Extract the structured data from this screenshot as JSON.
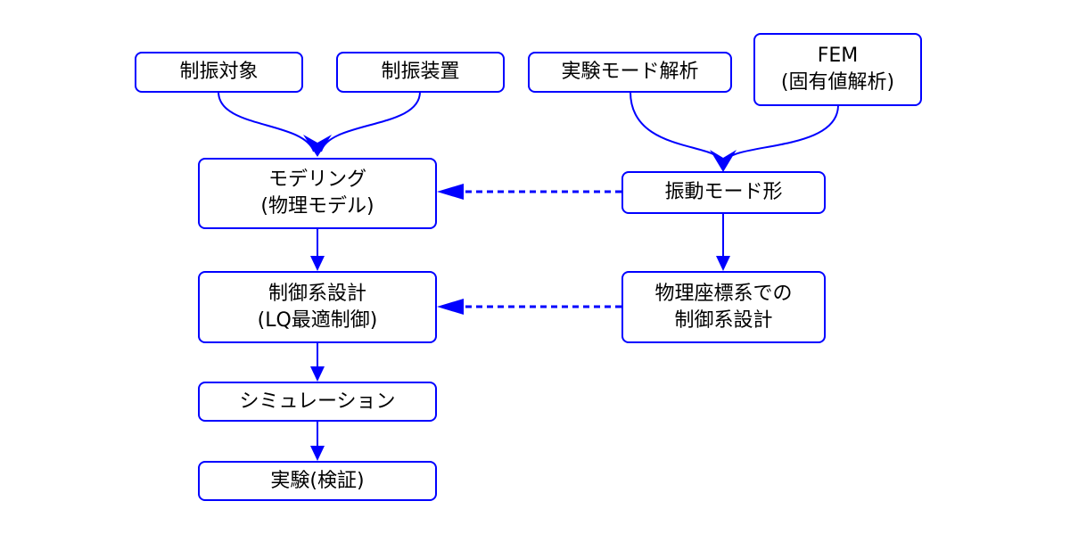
{
  "colors": {
    "accent": "#0000ff",
    "text": "#000000",
    "background": "#ffffff"
  },
  "nodes": {
    "vibration_target": {
      "line1": "制振対象"
    },
    "vibration_device": {
      "line1": "制振装置"
    },
    "modal_analysis": {
      "line1": "実験モード解析"
    },
    "fem": {
      "line1": "FEM",
      "line2": "(固有値解析)"
    },
    "modeling": {
      "line1": "モデリング",
      "line2": "(物理モデル)"
    },
    "mode_shape": {
      "line1": "振動モード形"
    },
    "control_design": {
      "line1": "制御系設計",
      "line2": "(LQ最適制御)"
    },
    "physical_control": {
      "line1": "物理座標系での",
      "line2": "制御系設計"
    },
    "simulation": {
      "line1": "シミュレーション"
    },
    "experiment": {
      "line1": "実験(検証)"
    }
  },
  "edges": [
    {
      "from": "制振対象",
      "to": "モデリング",
      "style": "solid"
    },
    {
      "from": "制振装置",
      "to": "モデリング",
      "style": "solid"
    },
    {
      "from": "実験モード解析",
      "to": "振動モード形",
      "style": "solid"
    },
    {
      "from": "FEM",
      "to": "振動モード形",
      "style": "solid"
    },
    {
      "from": "振動モード形",
      "to": "モデリング",
      "style": "dashed"
    },
    {
      "from": "振動モード形",
      "to": "物理座標系での制御系設計",
      "style": "solid"
    },
    {
      "from": "物理座標系での制御系設計",
      "to": "制御系設計",
      "style": "dashed"
    },
    {
      "from": "モデリング",
      "to": "制御系設計",
      "style": "solid"
    },
    {
      "from": "制御系設計",
      "to": "シミュレーション",
      "style": "solid"
    },
    {
      "from": "シミュレーション",
      "to": "実験(検証)",
      "style": "solid"
    }
  ]
}
